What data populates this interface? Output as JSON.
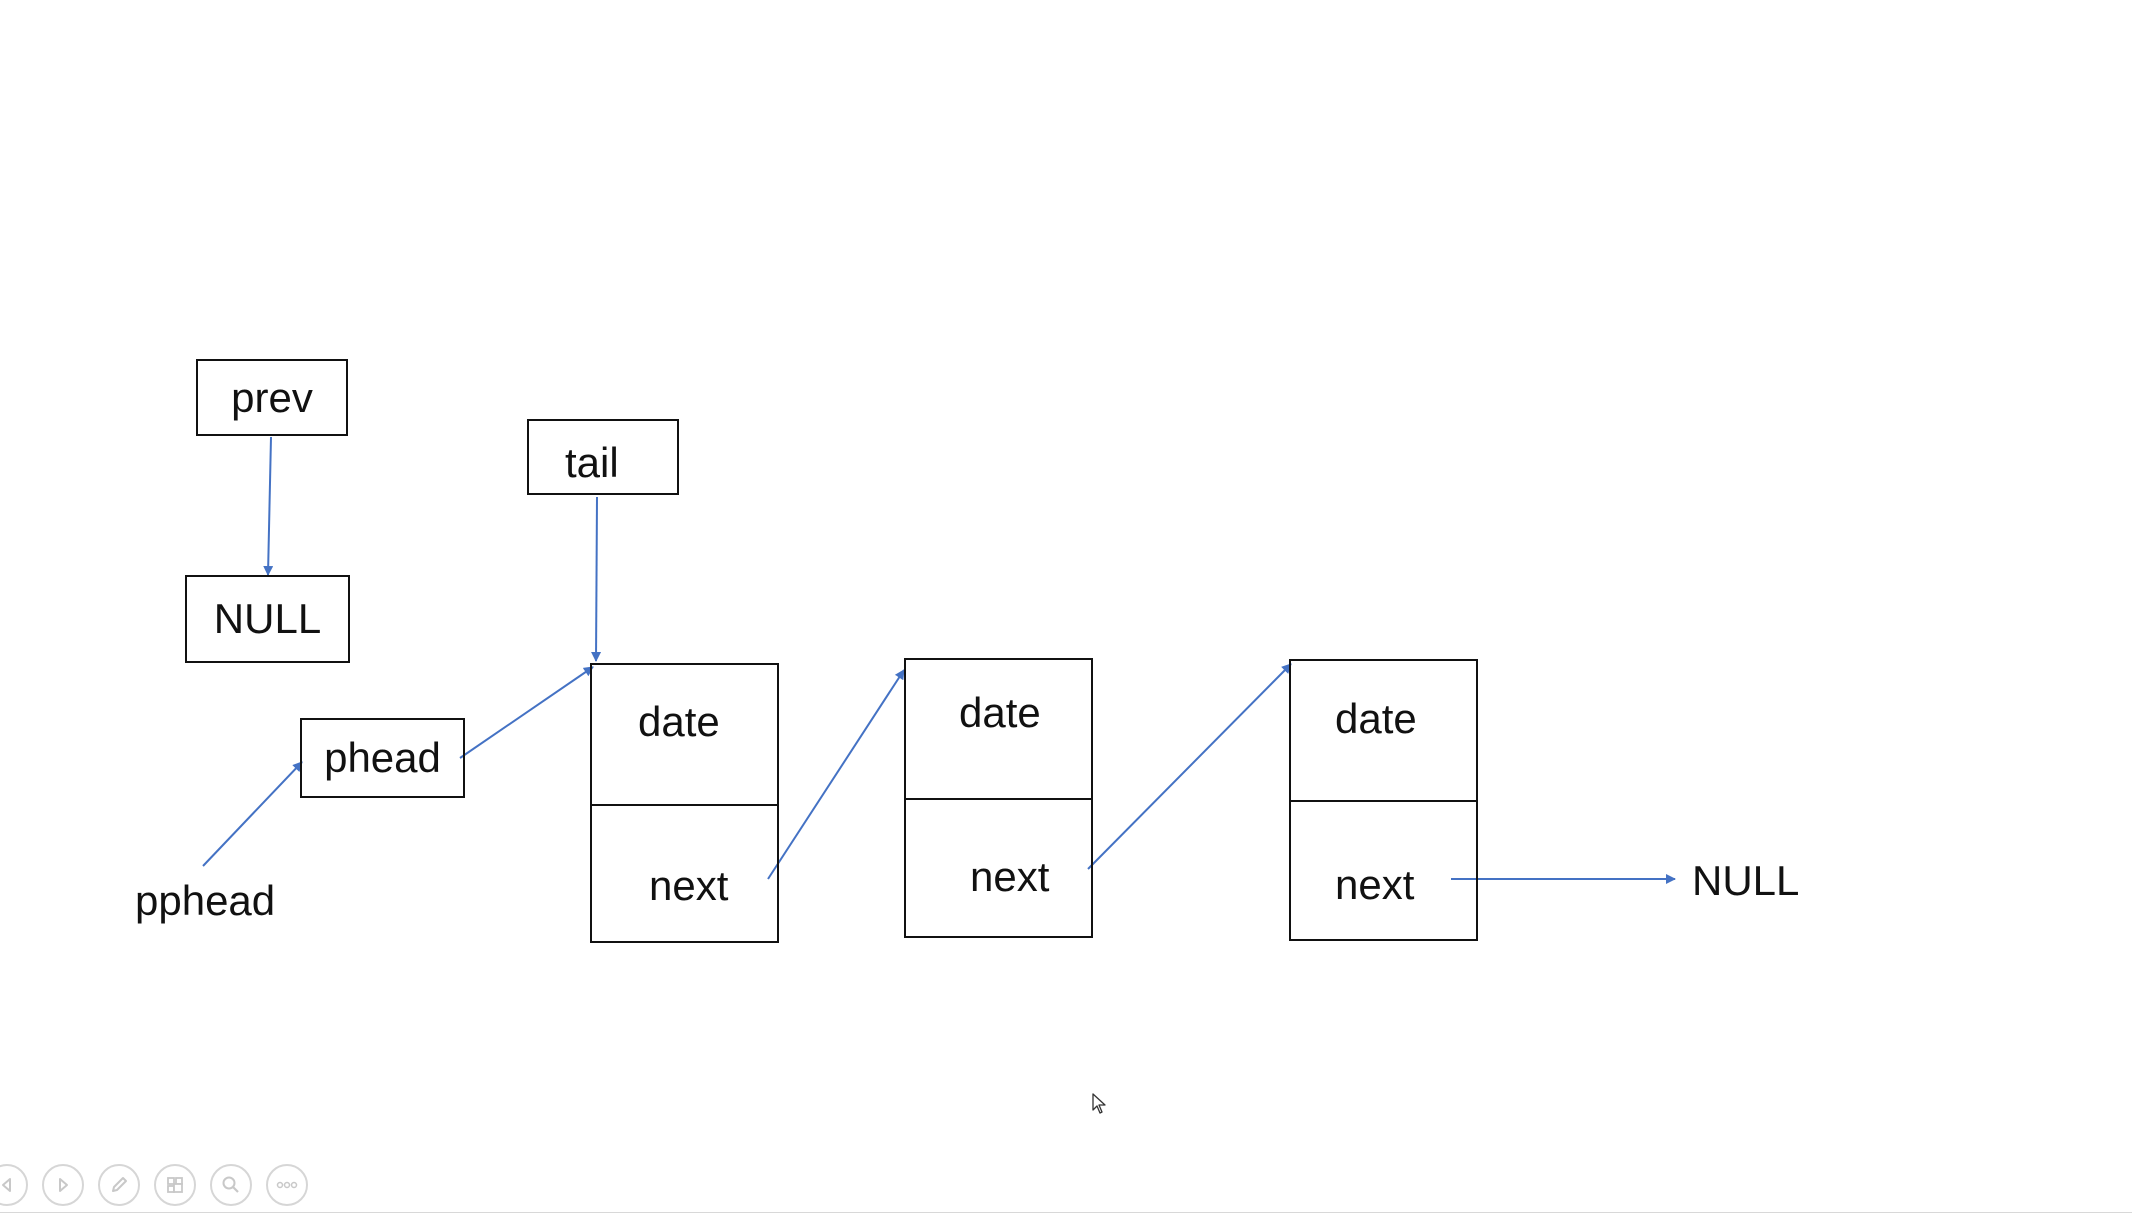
{
  "diagram": {
    "prev_label": "prev",
    "null_top_label": "NULL",
    "tail_label": "tail",
    "phead_label": "phead",
    "pphead_label": "pphead",
    "nodes": [
      {
        "data_label": "date",
        "next_label": "next"
      },
      {
        "data_label": "date",
        "next_label": "next"
      },
      {
        "data_label": "date",
        "next_label": "next"
      }
    ],
    "null_end_label": "NULL",
    "arrow_color": "#4472c4"
  },
  "toolbar": {
    "buttons": [
      {
        "icon": "previous-slide-icon"
      },
      {
        "icon": "next-slide-icon"
      },
      {
        "icon": "pen-icon"
      },
      {
        "icon": "slide-overview-icon"
      },
      {
        "icon": "zoom-icon"
      },
      {
        "icon": "more-options-icon"
      }
    ]
  }
}
